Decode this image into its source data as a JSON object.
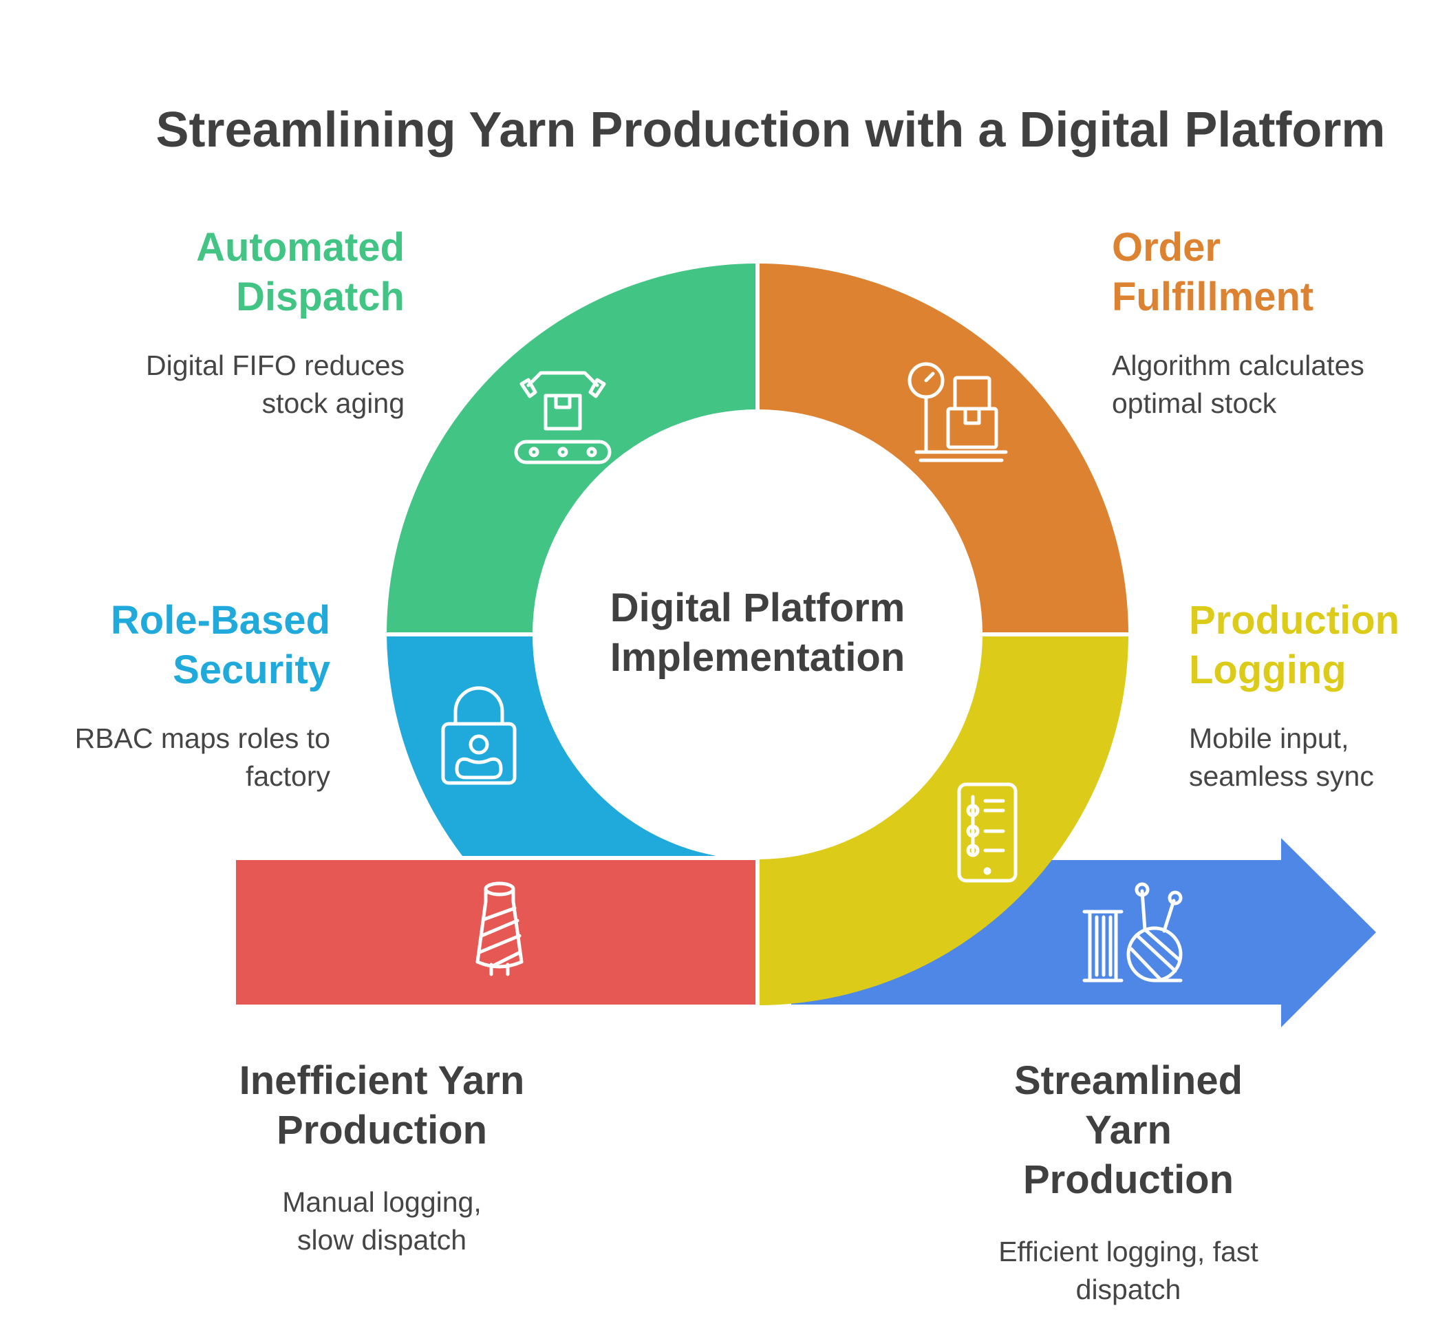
{
  "title": "Streamlining Yarn Production with a Digital Platform",
  "center": {
    "label": "Digital Platform\nImplementation"
  },
  "segments": [
    {
      "id": "automated-dispatch",
      "heading": "Automated\nDispatch",
      "description": "Digital FIFO reduces\nstock aging",
      "color": "#41C484",
      "icon": "robot-arm-conveyor-icon"
    },
    {
      "id": "order-fulfillment",
      "heading": "Order\nFulfillment",
      "description": "Algorithm calculates\noptimal stock",
      "color": "#DC8230",
      "icon": "scale-box-icon"
    },
    {
      "id": "role-based-security",
      "heading": "Role-Based\nSecurity",
      "description": "RBAC maps roles to\nfactory",
      "color": "#20AADB",
      "icon": "padlock-user-icon"
    },
    {
      "id": "production-logging",
      "heading": "Production\nLogging",
      "description": "Mobile input,\nseamless sync",
      "color": "#DCCB18",
      "icon": "mobile-checklist-icon"
    }
  ],
  "start": {
    "heading": "Inefficient Yarn\nProduction",
    "description": "Manual logging,\nslow dispatch",
    "color": "#E55853",
    "icon": "yarn-cone-icon"
  },
  "end": {
    "heading": "Streamlined\nYarn\nProduction",
    "description": "Efficient logging, fast\ndispatch",
    "color": "#4F87E6",
    "icon": "spool-yarn-ball-icon"
  }
}
